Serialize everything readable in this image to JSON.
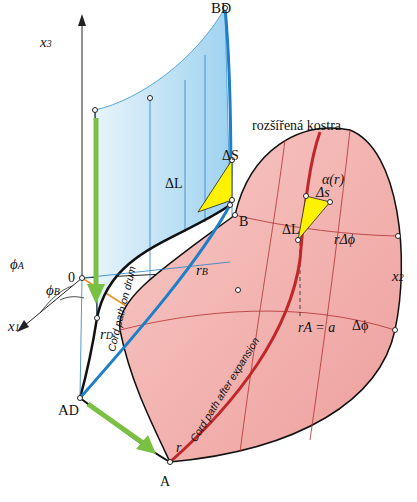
{
  "diagram": {
    "labels": [
      "x3",
      "BD",
      "ΔL",
      "ΔS",
      "B",
      "rozšířená kostra",
      "α(r)",
      "Δs",
      "ΔL",
      "rΔϕ",
      "Cord path on drum",
      "Cord path after expansion",
      "0",
      "x2",
      "x1",
      "ϕA",
      "ϕB",
      "rB",
      "rD",
      "rA = a",
      "Δϕ",
      "AD",
      "A",
      "r"
    ]
  }
}
